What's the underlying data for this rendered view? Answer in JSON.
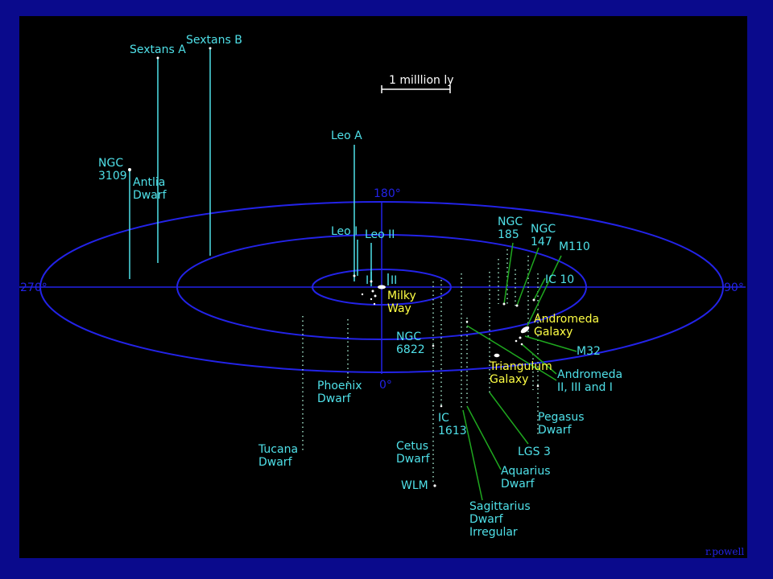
{
  "colors": {
    "background": "#000000",
    "frame": "#0a0a8c",
    "rings": "#2323e8",
    "local_label": "#4fe0e8",
    "major_label": "#ffff44",
    "leader_green": "#1fa81f",
    "dotted": "#9fe0c8",
    "galaxy": "#ffffff"
  },
  "scale_bar": {
    "label": "1 milllion ly"
  },
  "axis_labels": {
    "top": "180°",
    "right": "90°",
    "bottom": "0°",
    "left": "270°"
  },
  "labels": [
    {
      "id": "sextans-a",
      "lines": [
        "Sextans A"
      ],
      "kind": "local"
    },
    {
      "id": "sextans-b",
      "lines": [
        "Sextans B"
      ],
      "kind": "local"
    },
    {
      "id": "ngc-3109",
      "lines": [
        "NGC",
        "3109"
      ],
      "kind": "local"
    },
    {
      "id": "antlia-dwarf",
      "lines": [
        "Antlia",
        "Dwarf"
      ],
      "kind": "local"
    },
    {
      "id": "leo-a",
      "lines": [
        "Leo A"
      ],
      "kind": "local"
    },
    {
      "id": "leo-i",
      "lines": [
        "Leo I"
      ],
      "kind": "local"
    },
    {
      "id": "leo-ii",
      "lines": [
        "Leo II"
      ],
      "kind": "local"
    },
    {
      "id": "ursa-minor",
      "lines": [
        "I"
      ],
      "kind": "local"
    },
    {
      "id": "draco",
      "lines": [
        "II"
      ],
      "kind": "local"
    },
    {
      "id": "milky-way",
      "lines": [
        "Milky",
        "Way"
      ],
      "kind": "major"
    },
    {
      "id": "ngc-185",
      "lines": [
        "NGC",
        "185"
      ],
      "kind": "local"
    },
    {
      "id": "ngc-147",
      "lines": [
        "NGC",
        "147"
      ],
      "kind": "local"
    },
    {
      "id": "m110",
      "lines": [
        "M110"
      ],
      "kind": "local"
    },
    {
      "id": "ic-10",
      "lines": [
        "IC 10"
      ],
      "kind": "local"
    },
    {
      "id": "andromeda-galaxy",
      "lines": [
        "Andromeda",
        "Galaxy"
      ],
      "kind": "major"
    },
    {
      "id": "m32",
      "lines": [
        "M32"
      ],
      "kind": "local"
    },
    {
      "id": "andromeda-satellites",
      "lines": [
        "Andromeda",
        "II, III and I"
      ],
      "kind": "local"
    },
    {
      "id": "triangulum-galaxy",
      "lines": [
        "Triangulum",
        "Galaxy"
      ],
      "kind": "major"
    },
    {
      "id": "ngc-6822",
      "lines": [
        "NGC",
        "6822"
      ],
      "kind": "local"
    },
    {
      "id": "phoenix-dwarf",
      "lines": [
        "Phoenix",
        "Dwarf"
      ],
      "kind": "local"
    },
    {
      "id": "pegasus-dwarf",
      "lines": [
        "Pegasus",
        "Dwarf"
      ],
      "kind": "local"
    },
    {
      "id": "ic-1613",
      "lines": [
        "IC",
        "1613"
      ],
      "kind": "local"
    },
    {
      "id": "lgs-3",
      "lines": [
        "LGS 3"
      ],
      "kind": "local"
    },
    {
      "id": "cetus-dwarf",
      "lines": [
        "Cetus",
        "Dwarf"
      ],
      "kind": "local"
    },
    {
      "id": "aquarius-dwarf",
      "lines": [
        "Aquarius",
        "Dwarf"
      ],
      "kind": "local"
    },
    {
      "id": "tucana-dwarf",
      "lines": [
        "Tucana",
        "Dwarf"
      ],
      "kind": "local"
    },
    {
      "id": "wlm",
      "lines": [
        "WLM"
      ],
      "kind": "local"
    },
    {
      "id": "sagittarius-dwarf-irregular",
      "lines": [
        "Sagittarius",
        "Dwarf",
        "Irregular"
      ],
      "kind": "local"
    }
  ],
  "credit": "r.powell"
}
